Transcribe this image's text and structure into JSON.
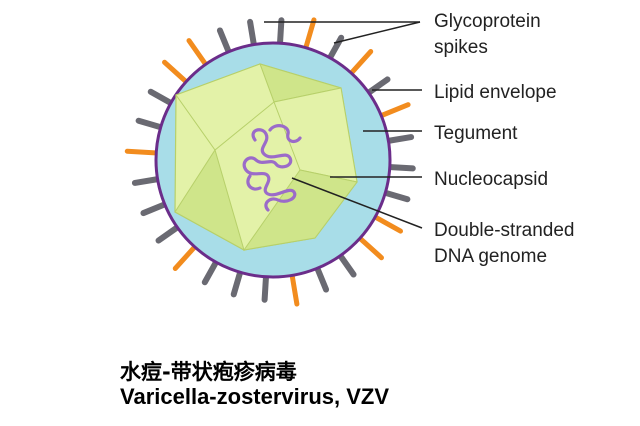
{
  "diagram": {
    "labels": {
      "spikes_line1": "Glycoprotein",
      "spikes_line2": "spikes",
      "envelope": "Lipid envelope",
      "tegument": "Tegument",
      "nucleocapsid": "Nucleocapsid",
      "dna_line1": "Double-stranded",
      "dna_line2": "DNA genome"
    },
    "colors": {
      "tegument": "#a8dde8",
      "envelope": "#6b2d8a",
      "capsid_light": "#e3f2a8",
      "capsid_dark": "#cfe58a",
      "capsid_edge": "#b7d06a",
      "dna": "#9b6bc9",
      "spike_orange": "#f28c1e",
      "spike_gray": "#6a6a72",
      "leader": "#222222"
    }
  },
  "caption": {
    "zh": "水痘-带状疱疹病毒",
    "en": "Varicella-zostervirus, VZV"
  }
}
